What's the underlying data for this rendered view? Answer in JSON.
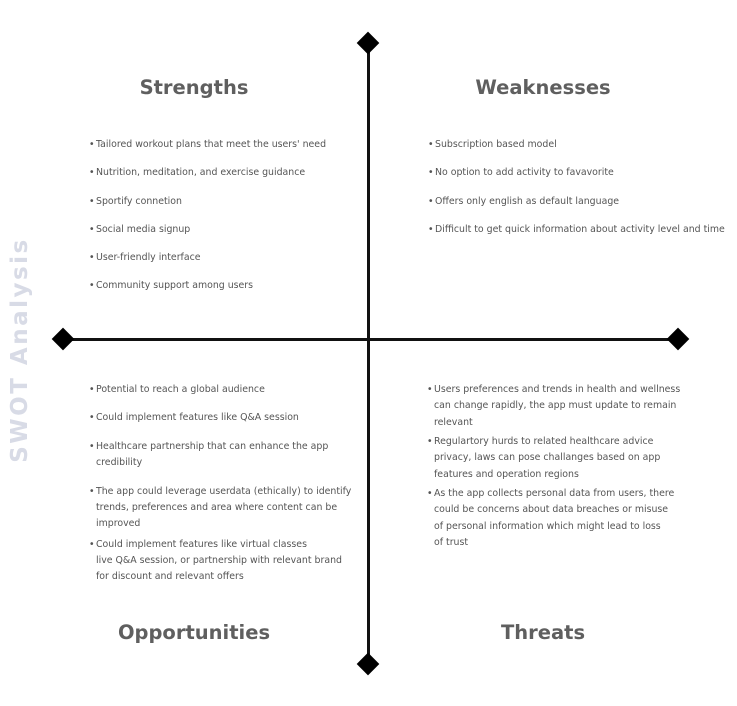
{
  "side_title": "SWOT Analysis",
  "strengths": {
    "title": "Strengths",
    "items": [
      "Tailored workout plans that meet the users' need",
      "Nutrition, meditation, and exercise guidance",
      "Sportify connetion",
      "Social media signup",
      "User-friendly interface",
      "Community support among users"
    ]
  },
  "weaknesses": {
    "title": "Weaknesses",
    "items": [
      "Subscription based model",
      "No  option to add activity to favavorite",
      "Offers only english as default language",
      "Difficult to get quick information about activity level and time"
    ]
  },
  "opportunities": {
    "title": "Opportunities",
    "items": [
      [
        "Potential to reach a global audience"
      ],
      [
        "Could implement features like Q&A session"
      ],
      [
        "Healthcare partnership that can enhance the app",
        "credibility"
      ],
      [
        "The app could leverage userdata (ethically) to identify",
        "trends, preferences and area where content can be",
        "improved"
      ],
      [
        "Could implement features like virtual classes",
        "live Q&A session, or partnership with relevant brand",
        "for discount and relevant offers"
      ]
    ]
  },
  "threats": {
    "title": "Threats",
    "items": [
      [
        "Users preferences and trends in health and wellness",
        "can change rapidly, the app must update to remain",
        "relevant"
      ],
      [
        "Regulartory hurds to related healthcare advice",
        "privacy, laws can pose challanges based on app",
        "features and operation regions"
      ],
      [
        "As the app collects personal data from users, there",
        "could be concerns about data breaches or misuse",
        "of personal information which might lead to loss",
        "of trust"
      ]
    ]
  },
  "bullet": "•"
}
